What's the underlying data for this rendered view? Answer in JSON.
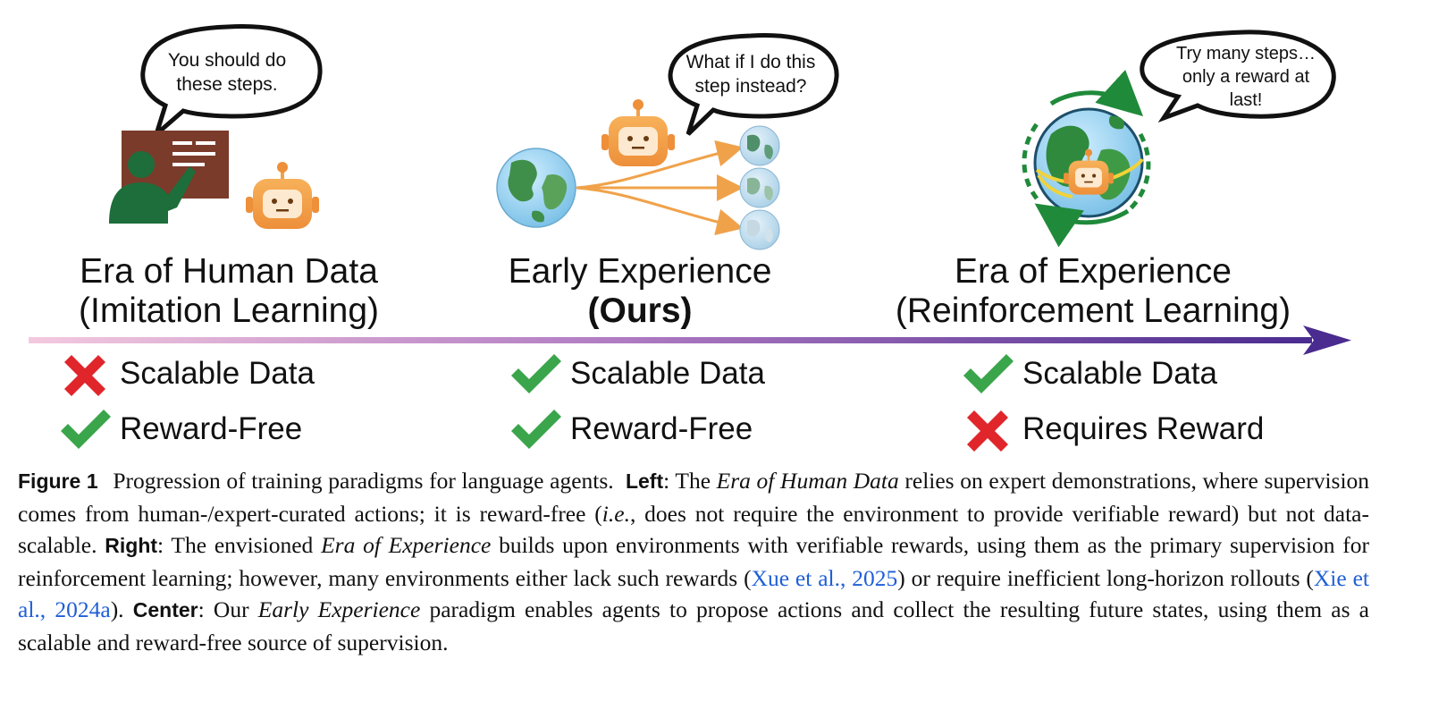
{
  "columns": [
    {
      "id": "human",
      "title_line1": "Era of Human Data",
      "title_line2": "(Imitation Learning)",
      "bubble": [
        "You should do",
        "these steps."
      ],
      "items": [
        {
          "label": "Scalable Data",
          "status": "cross"
        },
        {
          "label": "Reward-Free",
          "status": "check"
        }
      ]
    },
    {
      "id": "early",
      "title_line1": "Early Experience",
      "title_line2": "(Ours)",
      "bubble": [
        "What if I do this",
        "step instead?"
      ],
      "items": [
        {
          "label": "Scalable Data",
          "status": "check"
        },
        {
          "label": "Reward-Free",
          "status": "check"
        }
      ]
    },
    {
      "id": "rl",
      "title_line1": "Era of Experience",
      "title_line2": "(Reinforcement Learning)",
      "bubble": [
        "Try many steps…",
        "only a reward at",
        "last!"
      ],
      "items": [
        {
          "label": "Scalable Data",
          "status": "check"
        },
        {
          "label": "Requires Reward",
          "status": "cross"
        }
      ]
    }
  ],
  "colors": {
    "check": "#3aa54a",
    "cross": "#e0262b",
    "arrow_start": "#f3c6dd",
    "arrow_end": "#4a2b8f",
    "robot": "#f0a24a",
    "teacher": "#1d6e3a",
    "board": "#7a3b2b",
    "ocean": "#8fcbea",
    "land": "#3f8f4a",
    "link": "#1f5fd6"
  },
  "caption": {
    "label": "Figure 1",
    "intro": "Progression of training paradigms for language agents.",
    "left_label": "Left",
    "left_text_1": "The ",
    "left_em": "Era of Human Data",
    "left_text_2": " relies on expert demonstrations, where supervision comes from human-/expert-curated actions; it is reward-free (",
    "left_ie": "i.e.",
    "left_text_3": ", does not require the environment to provide verifiable reward) but not data-scalable.",
    "right_label": "Right",
    "right_text_1": "The envisioned ",
    "right_em": "Era of Experience",
    "right_text_2": " builds upon environments with verifiable rewards, using them as the primary supervision for reinforcement learning; however, many environments either lack such rewards (",
    "cite1_name": "Xue et al.",
    "cite1_year": "2025",
    "right_text_3": ") or require inefficient long-horizon rollouts (",
    "cite2_name": "Xie et al.",
    "cite2_year": "2024a",
    "right_text_4": ").",
    "center_label": "Center",
    "center_text_1": "Our ",
    "center_em": "Early Experience",
    "center_text_2": " paradigm enables agents to propose actions and collect the resulting future states, using them as a scalable and reward-free source of supervision."
  }
}
